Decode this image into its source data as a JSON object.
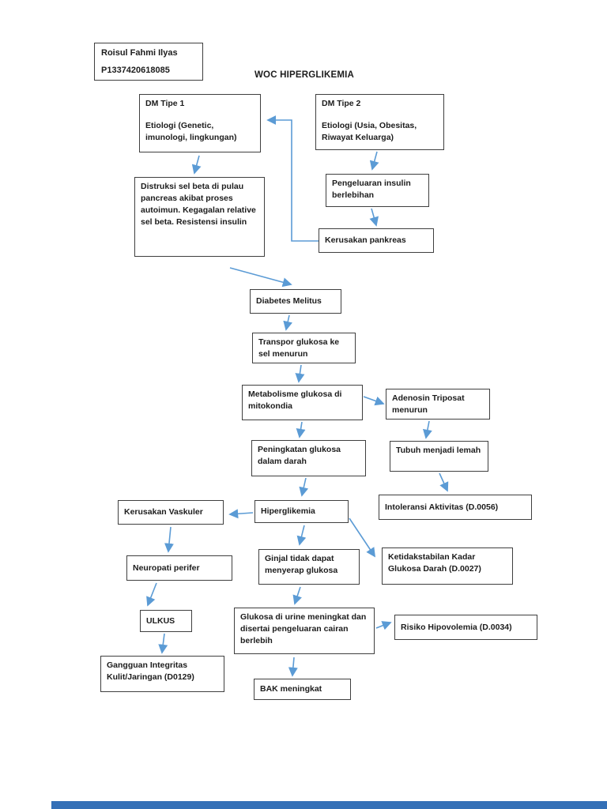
{
  "header": {
    "author_name": "Roisul Fahmi Ilyas",
    "author_id": "P1337420618085",
    "title": "WOC HIPERGLIKEMIA"
  },
  "colors": {
    "arrow": "#5b9bd5",
    "box_border": "#3f3f3f",
    "text": "#1c1c1c",
    "page_background": "#ffffff",
    "bottom_bar": "#3470b7"
  },
  "nodes": {
    "dm1": {
      "title": "DM Tipe 1",
      "subtitle": "Etiologi (Genetic, imunologi, lingkungan)"
    },
    "dm2": {
      "title": "DM Tipe 2",
      "subtitle": "Etiologi (Usia, Obesitas, Riwayat Keluarga)"
    },
    "distruksi": {
      "text": "Distruksi sel beta di pulau pancreas akibat proses autoimun. Kegagalan relative sel beta. Resistensi insulin"
    },
    "pengeluaran": {
      "text": "Pengeluaran insulin berlebihan"
    },
    "pankreas": {
      "text": "Kerusakan pankreas"
    },
    "diabetes": {
      "text": "Diabetes Melitus"
    },
    "transpor": {
      "text": "Transpor glukosa ke sel menurun"
    },
    "metabolisme": {
      "text": "Metabolisme glukosa di mitokondia"
    },
    "adenosin": {
      "text": "Adenosin Triposat menurun"
    },
    "peningkatan": {
      "text": "Peningkatan glukosa dalam darah"
    },
    "tubuh": {
      "text": "Tubuh menjadi lemah"
    },
    "vaskuler": {
      "text": "Kerusakan Vaskuler"
    },
    "hiperglikemia": {
      "text": "Hiperglikemia"
    },
    "intoleransi": {
      "text": "Intoleransi Aktivitas (D.0056)"
    },
    "neuropati": {
      "text": "Neuropati perifer"
    },
    "ginjal": {
      "text": "Ginjal tidak dapat menyerap glukosa"
    },
    "ketidakstabilan": {
      "text": "Ketidakstabilan Kadar Glukosa Darah (D.0027)"
    },
    "ulkus": {
      "text": "ULKUS"
    },
    "urine": {
      "text": "Glukosa di urine meningkat dan disertai pengeluaran cairan berlebih"
    },
    "risiko": {
      "text": "Risiko Hipovolemia (D.0034)"
    },
    "gangguan": {
      "text": "Gangguan Integritas Kulit/Jaringan (D0129)"
    },
    "bak": {
      "text": "BAK meningkat"
    }
  },
  "edges": [
    {
      "from": "pankreas",
      "to": "dm1"
    },
    {
      "from": "dm1",
      "to": "distruksi"
    },
    {
      "from": "dm2",
      "to": "pengeluaran"
    },
    {
      "from": "pengeluaran",
      "to": "pankreas"
    },
    {
      "from": "distruksi",
      "to": "diabetes"
    },
    {
      "from": "diabetes",
      "to": "transpor"
    },
    {
      "from": "transpor",
      "to": "metabolisme"
    },
    {
      "from": "metabolisme",
      "to": "adenosin"
    },
    {
      "from": "metabolisme",
      "to": "peningkatan"
    },
    {
      "from": "adenosin",
      "to": "tubuh"
    },
    {
      "from": "peningkatan",
      "to": "hiperglikemia"
    },
    {
      "from": "tubuh",
      "to": "intoleransi"
    },
    {
      "from": "hiperglikemia",
      "to": "vaskuler"
    },
    {
      "from": "hiperglikemia",
      "to": "ginjal"
    },
    {
      "from": "hiperglikemia",
      "to": "ketidakstabilan"
    },
    {
      "from": "vaskuler",
      "to": "neuropati"
    },
    {
      "from": "neuropati",
      "to": "ulkus"
    },
    {
      "from": "ginjal",
      "to": "urine"
    },
    {
      "from": "ulkus",
      "to": "gangguan"
    },
    {
      "from": "urine",
      "to": "risiko"
    },
    {
      "from": "urine",
      "to": "bak"
    }
  ]
}
